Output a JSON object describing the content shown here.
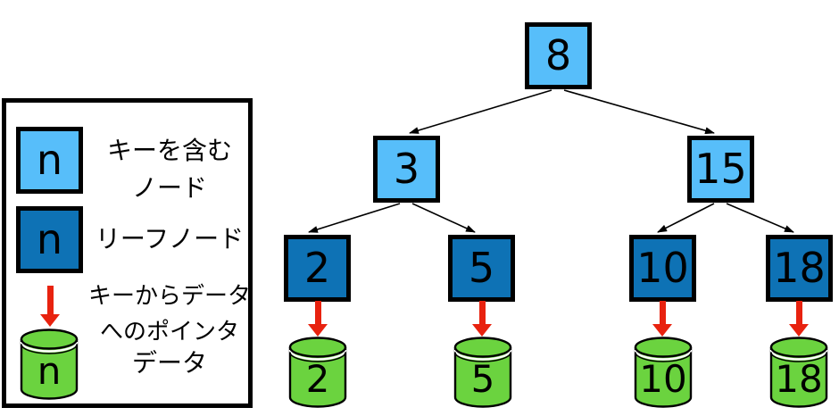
{
  "legend": {
    "key_node": {
      "symbol": "n",
      "label_line1": "キーを含む",
      "label_line2": "ノード"
    },
    "leaf_node": {
      "symbol": "n",
      "label": "リーフノード"
    },
    "pointer": {
      "label_line1": "キーからデータ",
      "label_line2": "へのポインタ"
    },
    "data_store": {
      "symbol": "n",
      "label": "データ"
    }
  },
  "tree": {
    "root": {
      "value": "8"
    },
    "internal": [
      {
        "value": "3"
      },
      {
        "value": "15"
      }
    ],
    "leaves": [
      {
        "value": "2"
      },
      {
        "value": "5"
      },
      {
        "value": "10"
      },
      {
        "value": "18"
      }
    ],
    "data_records": [
      {
        "value": "2"
      },
      {
        "value": "5"
      },
      {
        "value": "10"
      },
      {
        "value": "18"
      }
    ],
    "edges": [
      {
        "from": "8",
        "to": "3"
      },
      {
        "from": "8",
        "to": "15"
      },
      {
        "from": "3",
        "to": "2"
      },
      {
        "from": "3",
        "to": "5"
      },
      {
        "from": "15",
        "to": "10"
      },
      {
        "from": "15",
        "to": "18"
      }
    ]
  },
  "colors": {
    "key_node_fill": "#57BEFA",
    "leaf_node_fill": "#0E72B5",
    "data_fill": "#6BD33F",
    "pointer_arrow": "#E8220F",
    "outline": "#000000"
  }
}
